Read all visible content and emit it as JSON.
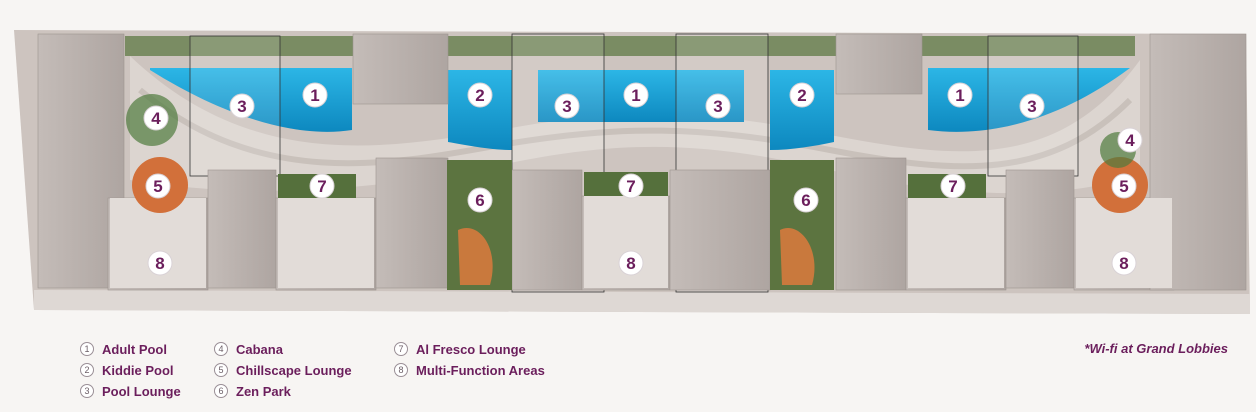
{
  "plan": {
    "markers": [
      {
        "number": "1",
        "amenity": "Adult Pool"
      },
      {
        "number": "2",
        "amenity": "Kiddie Pool"
      },
      {
        "number": "3",
        "amenity": "Pool Lounge"
      },
      {
        "number": "4",
        "amenity": "Cabana"
      },
      {
        "number": "5",
        "amenity": "Chillscape Lounge"
      },
      {
        "number": "6",
        "amenity": "Zen Park"
      },
      {
        "number": "7",
        "amenity": "Al Fresco Lounge"
      },
      {
        "number": "8",
        "amenity": "Multi-Function Areas"
      }
    ],
    "colors": {
      "marker_text": "#6b1e5c",
      "pool": "#1aa5d9",
      "pool_deep": "#0f8fc4",
      "building": "#b8afab",
      "deck": "#d8d1cc",
      "greenery": "#4f6b35",
      "lounge_orange": "#d2703a"
    }
  },
  "legend": {
    "items": [
      {
        "number": "1",
        "label": "Adult Pool"
      },
      {
        "number": "2",
        "label": "Kiddie Pool"
      },
      {
        "number": "3",
        "label": "Pool Lounge"
      },
      {
        "number": "4",
        "label": "Cabana"
      },
      {
        "number": "5",
        "label": "Chillscape Lounge"
      },
      {
        "number": "6",
        "label": "Zen Park"
      },
      {
        "number": "7",
        "label": "Al Fresco Lounge"
      },
      {
        "number": "8",
        "label": "Multi-Function Areas"
      }
    ]
  },
  "note": "*Wi-fi at Grand Lobbies"
}
